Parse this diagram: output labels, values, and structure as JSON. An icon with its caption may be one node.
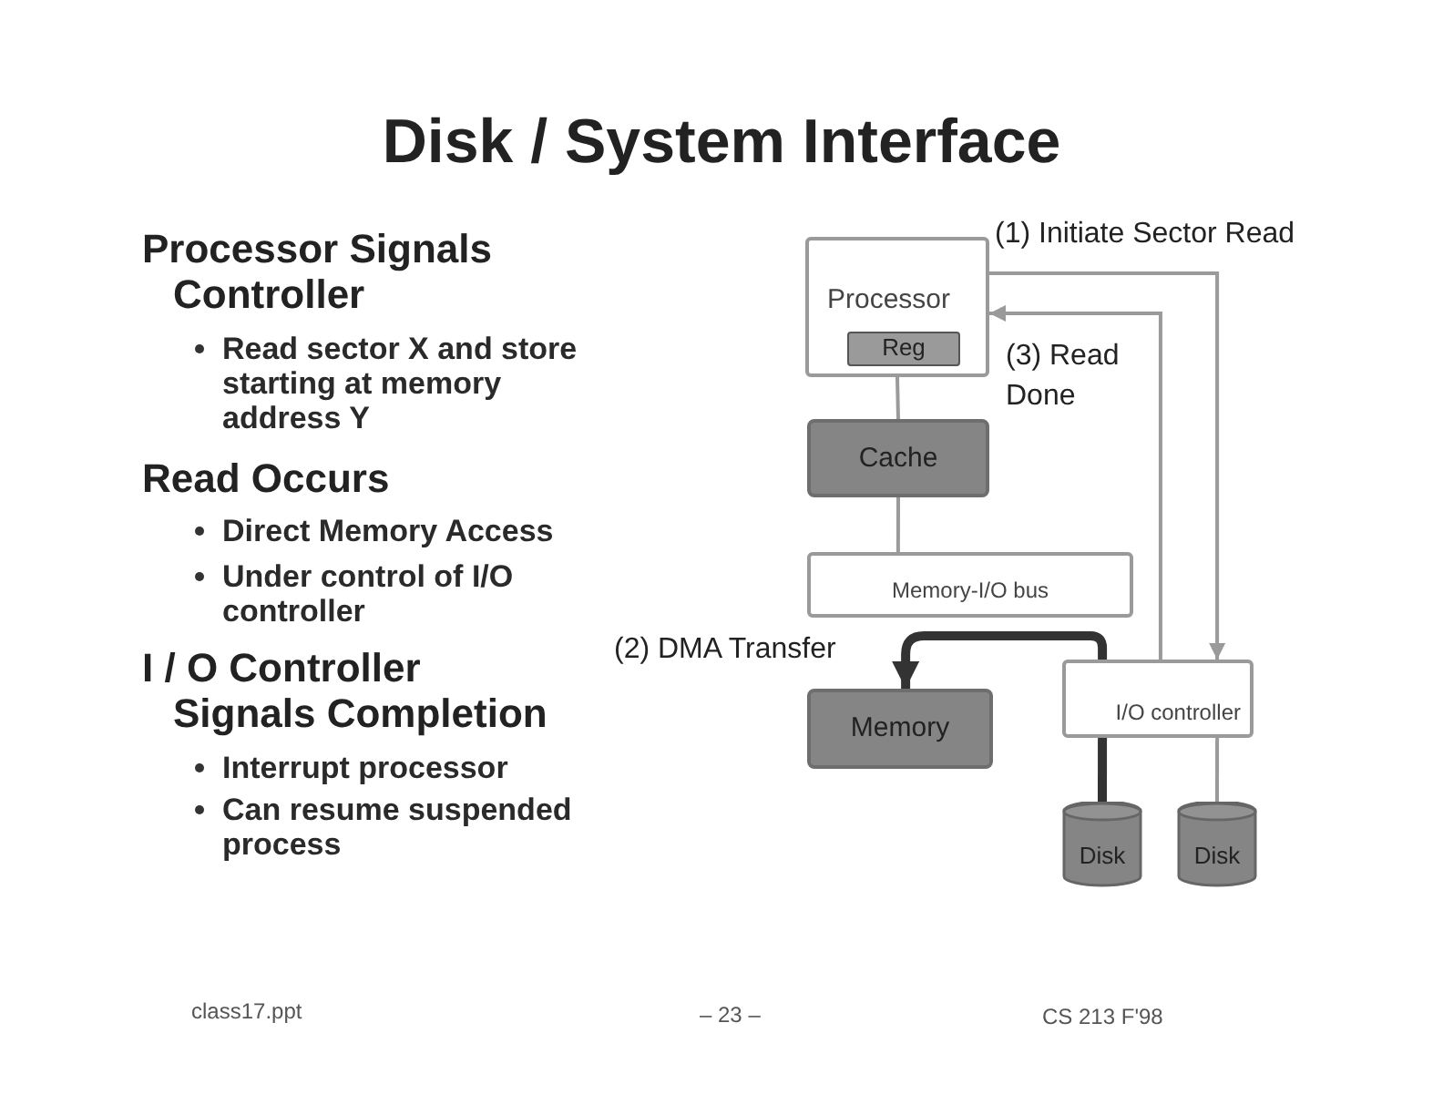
{
  "diagram": {
    "title": "Disk / System Interface",
    "nodes": [
      {
        "text": [
          "Processor"
        ]
      },
      {
        "text": [
          "Reg"
        ],
        "in": 0
      },
      {
        "text": [
          "Cache"
        ]
      },
      {
        "text": [
          "Memory-I/O bus"
        ]
      },
      {
        "text": [
          "Memory"
        ]
      },
      {
        "text": [
          "I/O controller"
        ]
      },
      {
        "text": [
          "Disk"
        ]
      },
      {
        "text": [
          "Disk"
        ]
      }
    ],
    "edges": [
      {
        "from": 0,
        "to": 2,
        "arrow": "none"
      },
      {
        "from": 2,
        "to": 3,
        "arrow": "none"
      },
      {
        "from": 0,
        "to": 5,
        "arrow": "to",
        "label": "(1) Initiate Sector Read"
      },
      {
        "from": 5,
        "to": 0,
        "arrow": "to",
        "label": "(3) Read Done"
      },
      {
        "from": 5,
        "to": 4,
        "arrow": "to",
        "label": "(2) DMA Transfer",
        "style": "thick",
        "color": "#333333"
      },
      {
        "from": 5,
        "to": 6,
        "arrow": "none",
        "style": "thick",
        "color": "#333333"
      },
      {
        "from": 5,
        "to": 7,
        "arrow": "none"
      }
    ],
    "labels": [
      "Processor Signals Controller",
      "Read sector X and store starting at memory address Y",
      "Read Occurs",
      "Direct Memory Access",
      "Under control of I/O controller",
      "I / O Controller Signals Completion",
      "Interrupt processor",
      "Can resume suspended process",
      "class17.ppt",
      "– 23 –",
      "CS 213 F'98"
    ]
  }
}
